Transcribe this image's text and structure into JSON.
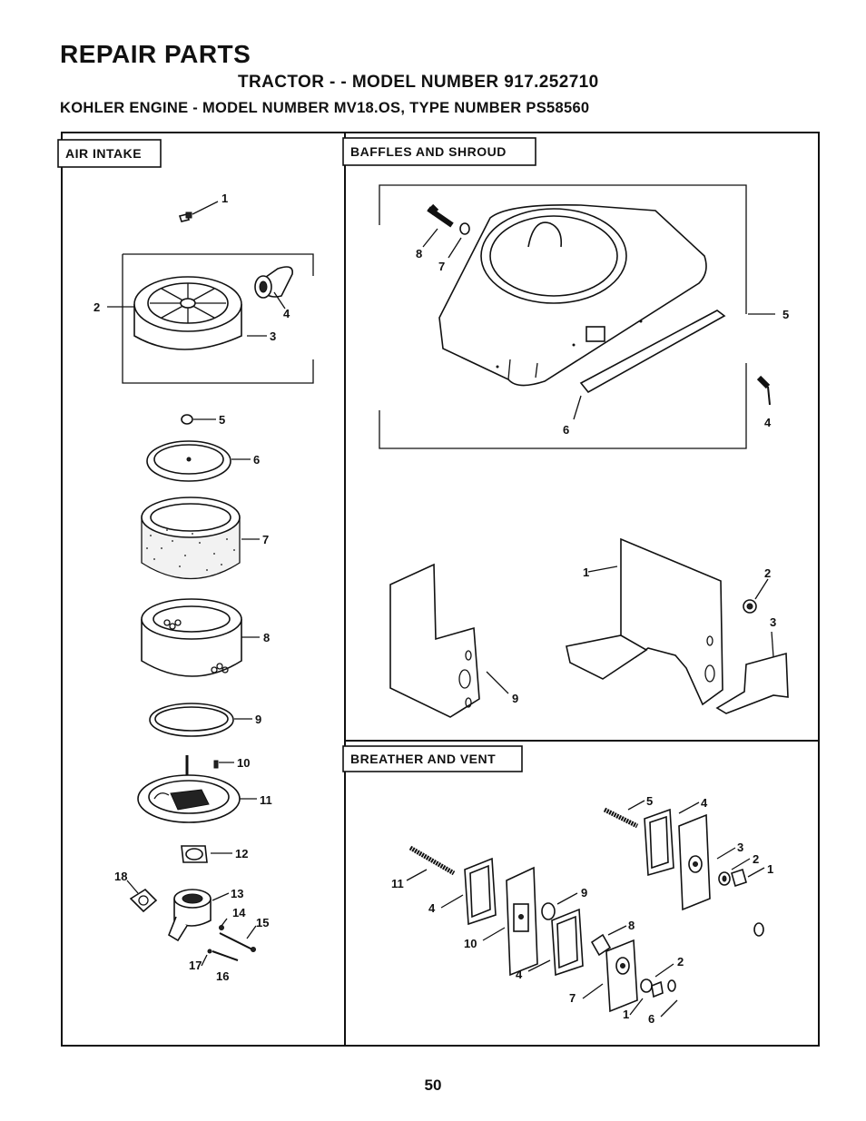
{
  "header": {
    "title": "REPAIR PARTS",
    "model_line": "TRACTOR - - MODEL NUMBER 917.252710",
    "engine_line": "KOHLER ENGINE - MODEL NUMBER MV18.OS, TYPE NUMBER PS58560"
  },
  "sections": {
    "air_intake": {
      "title": "AIR INTAKE",
      "labels": [
        "1",
        "2",
        "3",
        "4",
        "5",
        "6",
        "7",
        "8",
        "9",
        "10",
        "11",
        "12",
        "13",
        "14",
        "15",
        "16",
        "17",
        "18"
      ]
    },
    "baffles_and_shroud": {
      "title": "BAFFLES AND SHROUD",
      "labels": [
        "8",
        "7",
        "5",
        "4",
        "6",
        "1",
        "2",
        "3",
        "9"
      ]
    },
    "breather_and_vent": {
      "title": "BREATHER AND VENT",
      "labels": [
        "5",
        "4",
        "3",
        "2",
        "1",
        "11",
        "4",
        "9",
        "8",
        "10",
        "4",
        "7",
        "2",
        "1",
        "6"
      ]
    }
  },
  "footer": {
    "page_number": "50"
  }
}
